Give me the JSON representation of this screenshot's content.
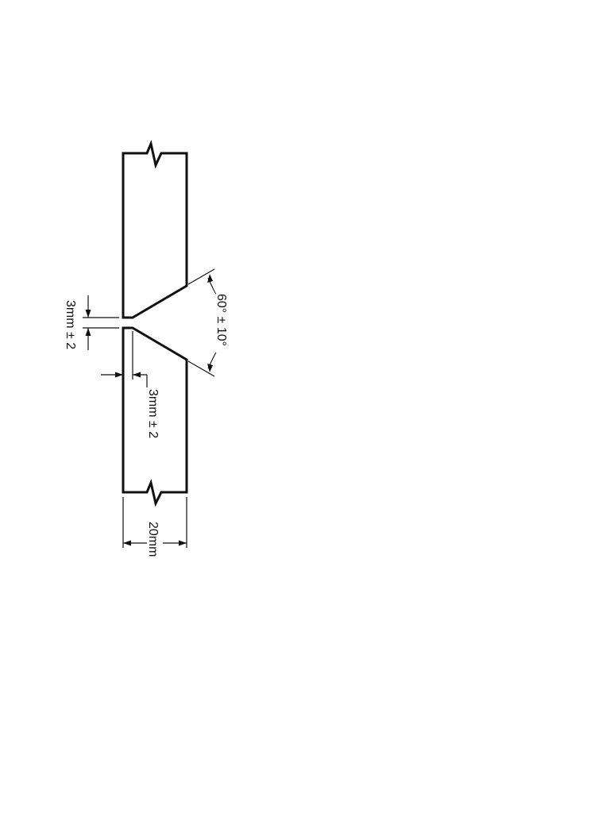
{
  "labels": {
    "root_gap": "3mm ± 2",
    "root_face": "3mm ± 2",
    "bevel_angle": "60° ± 10°",
    "plate_thickness": "20mm"
  },
  "colors": {
    "line": "#111111",
    "background": "#ffffff"
  }
}
